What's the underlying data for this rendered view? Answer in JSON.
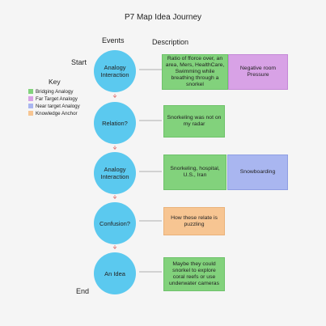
{
  "title": "P7 Map Idea Journey",
  "headers": {
    "events": "Events",
    "description": "Description"
  },
  "labels": {
    "start": "Start",
    "end": "End"
  },
  "key": {
    "title": "Key",
    "items": [
      {
        "label": "Bridging Analogy",
        "color": "#82d27c"
      },
      {
        "label": "Far Target Analogy",
        "color": "#d8a2e6"
      },
      {
        "label": "Near target Analogy",
        "color": "#a9b6f0"
      },
      {
        "label": "Knowledge Anchor",
        "color": "#f7c592"
      }
    ]
  },
  "events": [
    "Analogy Interaction",
    "Relation?",
    "Analogy Interaction",
    "Confusion?",
    "An Idea"
  ],
  "descriptions": [
    "Ratio of fforce over, an area, Mers, HealthCare, Swimming while breathing through a snorkel",
    "Negative room Pressure",
    "Snorkeling was not on my radar",
    "Snorkeling, hospital, U.S., Iran",
    "Snowboarding",
    "How these relate is puzzling",
    "Maybe they could snorkel to explore coral reefs or use underwater cameras"
  ],
  "colors": {
    "node": "#5bc9ef",
    "connector": "#999999",
    "arrow": "#e07a7a"
  }
}
